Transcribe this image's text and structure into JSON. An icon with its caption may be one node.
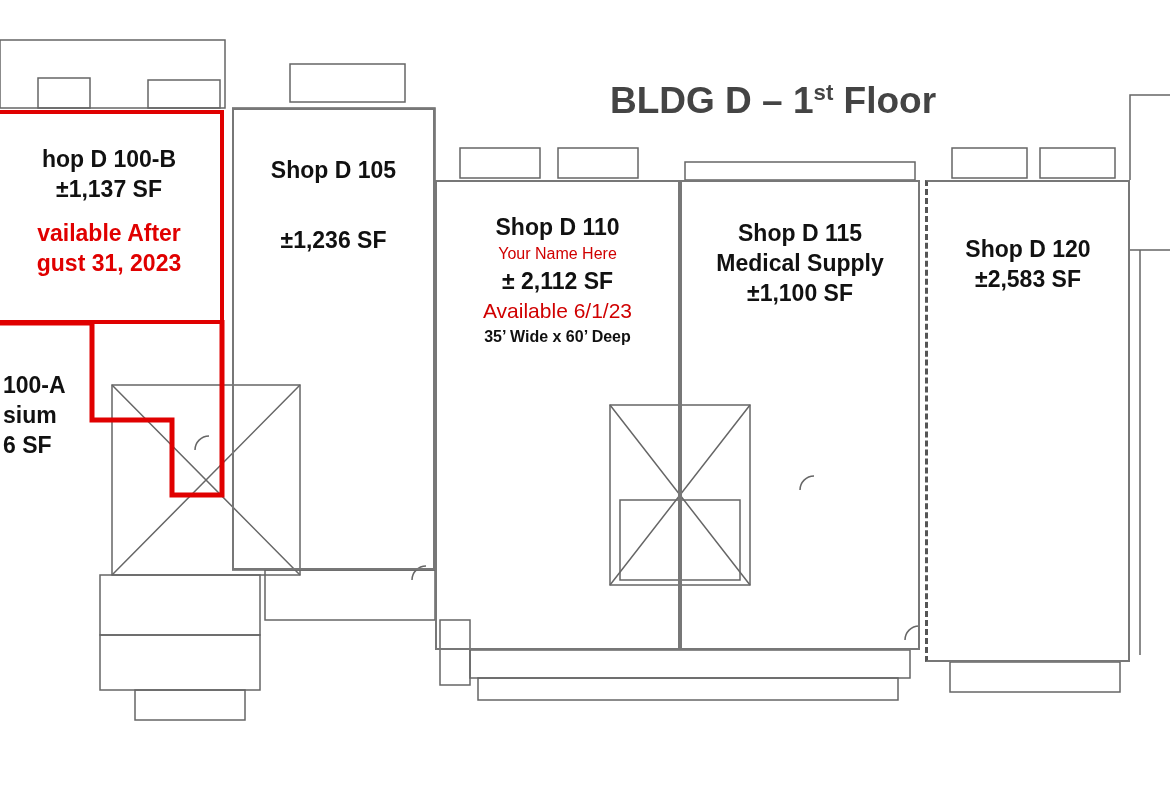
{
  "diagram": {
    "title": "BLDG D – 1$^{st}$ Floor",
    "nodes": [
      {
        "text": [
          "hop D 100-B",
          "±1,137 SF",
          "vailable After gust 31, 2023"
        ]
      },
      {
        "text": [
          "100-A",
          "sium",
          "6 SF"
        ]
      },
      {
        "text": [
          "Shop D 105",
          "±1,236 SF"
        ]
      },
      {
        "text": [
          "Shop D 110",
          "Your Name Here",
          "± 2,112 SF",
          "Available 6/1/23",
          "35’ Wide x 60’ Deep"
        ]
      },
      {
        "text": [
          "Shop D 115",
          "Medical Supply",
          "±1,100 SF"
        ]
      },
      {
        "text": [
          "Shop D 120",
          "±2,583 SF"
        ]
      }
    ]
  }
}
